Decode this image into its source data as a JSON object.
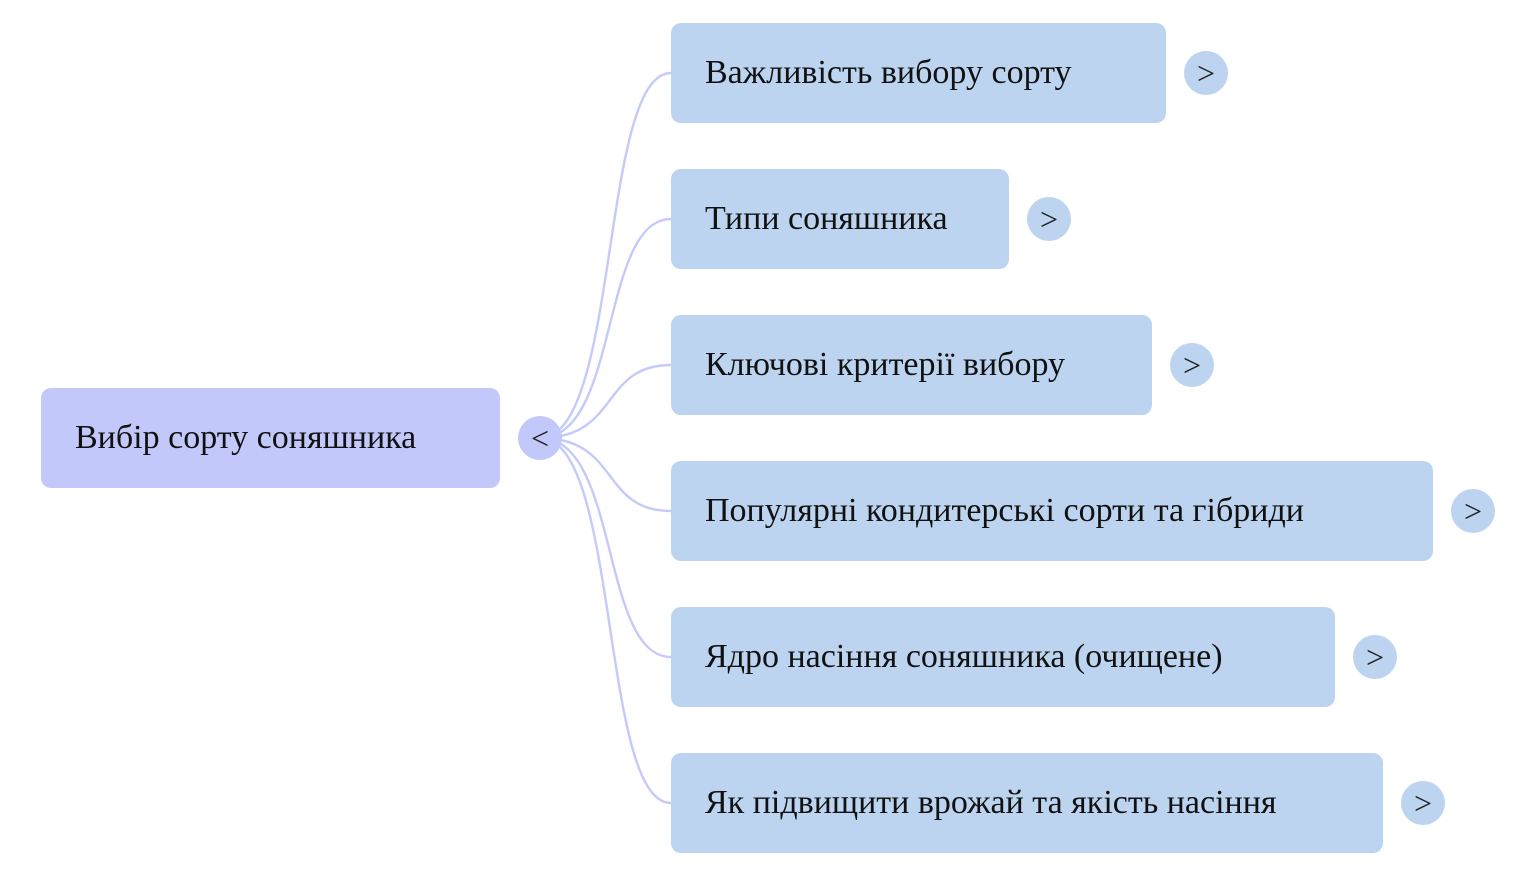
{
  "mindmap": {
    "root": {
      "label": "Вибір сорту соняшника",
      "toggle": "<"
    },
    "children": [
      {
        "label": "Важливість вибору сорту",
        "toggle": ">"
      },
      {
        "label": "Типи соняшника",
        "toggle": ">"
      },
      {
        "label": "Ключові критерії вибору",
        "toggle": ">"
      },
      {
        "label": "Популярні кондитерські сорти та гібриди",
        "toggle": ">"
      },
      {
        "label": "Ядро насіння соняшника (очищене)",
        "toggle": ">"
      },
      {
        "label": "Як підвищити врожай та якість насіння",
        "toggle": ">"
      }
    ]
  },
  "colors": {
    "root_fill": "#c3c8fb",
    "child_fill": "#bcd4ef",
    "connector": "#c4caf9"
  }
}
